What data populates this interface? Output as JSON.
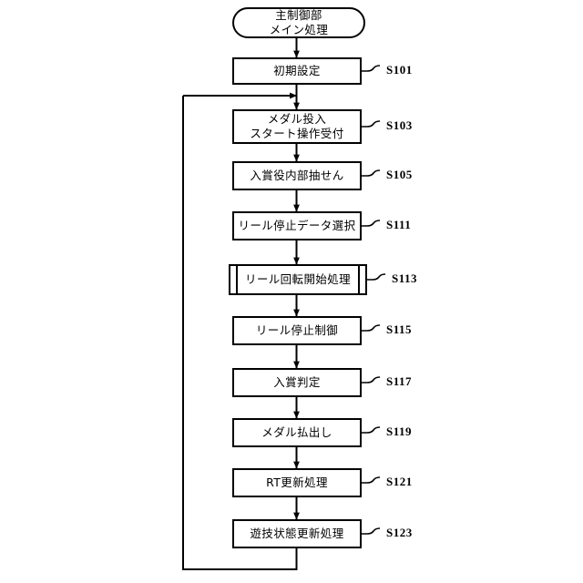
{
  "figure": {
    "type": "flowchart",
    "orientation": "vertical",
    "title_node": {
      "shape": "terminal",
      "text": "主制御部\nメイン処理",
      "line1": "主制御部",
      "line2": "メイン処理"
    },
    "loop": {
      "description": "feedback arrow from bottom of last step back up into the entry of step S103",
      "from_step": "S123",
      "to_step": "S103"
    },
    "steps": [
      {
        "id": "S101",
        "shape": "process",
        "text": "初期設定",
        "lines": [
          "初期設定"
        ]
      },
      {
        "id": "S103",
        "shape": "process",
        "text": "メダル投入\nスタート操作受付",
        "lines": [
          "メダル投入",
          "スタート操作受付"
        ]
      },
      {
        "id": "S105",
        "shape": "process",
        "text": "入賞役内部抽せん",
        "lines": [
          "入賞役内部抽せん"
        ]
      },
      {
        "id": "S111",
        "shape": "process",
        "text": "リール停止データ選択",
        "lines": [
          "リール停止データ選択"
        ]
      },
      {
        "id": "S113",
        "shape": "predefined",
        "text": "リール回転開始処理",
        "lines": [
          "リール回転開始処理"
        ]
      },
      {
        "id": "S115",
        "shape": "process",
        "text": "リール停止制御",
        "lines": [
          "リール停止制御"
        ]
      },
      {
        "id": "S117",
        "shape": "process",
        "text": "入賞判定",
        "lines": [
          "入賞判定"
        ]
      },
      {
        "id": "S119",
        "shape": "process",
        "text": "メダル払出し",
        "lines": [
          "メダル払出し"
        ]
      },
      {
        "id": "S121",
        "shape": "process",
        "text": "RT更新処理",
        "lines": [
          "RT更新処理"
        ]
      },
      {
        "id": "S123",
        "shape": "process",
        "text": "遊技状態更新処理",
        "lines": [
          "遊技状態更新処理"
        ]
      }
    ],
    "colors": {
      "stroke": "#000000",
      "fill": "#ffffff",
      "text": "#000000"
    }
  }
}
